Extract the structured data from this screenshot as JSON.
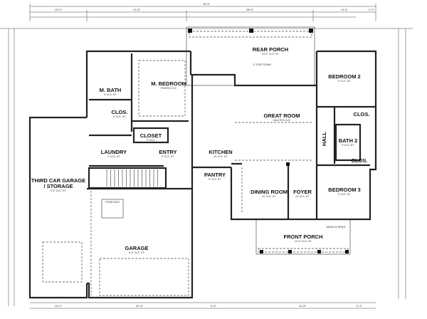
{
  "dimensions": {
    "overall_width": "78'-8\"",
    "top_segments": [
      "13'-0\"",
      "21'-8\"",
      "28'-6\"",
      "11'-6\"",
      "2'-0\""
    ],
    "bottom_segments": [
      "13'-0\"",
      "22'-8\"",
      "9'-0\"",
      "14'-8\"",
      "9'-2\""
    ]
  },
  "rooms": {
    "m_bath": {
      "name": "M. BATH",
      "ceiling": "9' CLG. HT."
    },
    "m_bedroom": {
      "name": "M. BEDROOM",
      "ceiling": "TRAYED CLG."
    },
    "m_closet": {
      "name": "CLOS.",
      "ceiling": "9' CLG. HT."
    },
    "rear_porch": {
      "name": "REAR PORCH",
      "ceiling": "10'-0\" CLG. HT."
    },
    "bedroom_2": {
      "name": "BEDROOM 2",
      "ceiling": "9' CLG. HT."
    },
    "great_room": {
      "name": "GREAT ROOM",
      "ceiling": "VAULTED CLG."
    },
    "closet": {
      "name": "CLOSET",
      "ceiling": "9' CLG."
    },
    "laundry": {
      "name": "LAUNDRY",
      "ceiling": "9' CLG. HT."
    },
    "entry": {
      "name": "ENTRY",
      "ceiling": "9' CLG. HT."
    },
    "kitchen": {
      "name": "KITCHEN",
      "ceiling": "10' CLG. HT."
    },
    "hall": {
      "name": "HALL"
    },
    "bath_2": {
      "name": "BATH 2",
      "ceiling": "9' CLG. HT."
    },
    "clos_bed2": {
      "name": "CLOS."
    },
    "clos_bed3": {
      "name": "CLOS."
    },
    "third_car_garage": {
      "name": "THIRD CAR GARAGE",
      "name2": "/ STORAGE",
      "ceiling": "9'-0\" CLG. HT."
    },
    "pantry": {
      "name": "PANTRY",
      "ceiling": "9' CLG. HT."
    },
    "dining_room": {
      "name": "DINING ROOM",
      "ceiling": "10' CLG. HT."
    },
    "foyer": {
      "name": "FOYER",
      "ceiling": "10' CLG. HT."
    },
    "bedroom_3": {
      "name": "BEDROOM 3",
      "ceiling": "9' CLG. HT."
    },
    "front_porch": {
      "name": "FRONT PORCH",
      "ceiling": "10'-0\" CLG. HT."
    },
    "garage": {
      "name": "GARAGE",
      "ceiling": "9'-0\" CLG. HT."
    }
  },
  "notes": {
    "stair_data": "STAIR DATA",
    "step_down": "4\" STEP DOWN",
    "beam": "BEAM AS REQ'D"
  }
}
